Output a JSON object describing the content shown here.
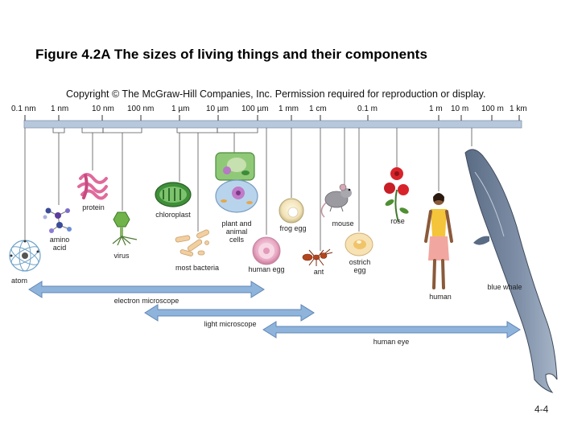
{
  "header": {
    "title": "Figure 4.2A The sizes of living things and their components",
    "copyright": "Copyright © The McGraw-Hill Companies, Inc. Permission required for reproduction or display."
  },
  "scale": {
    "ticks": [
      "0.1 nm",
      "1 nm",
      "10 nm",
      "100 nm",
      "1 µm",
      "10 µm",
      "100 µm",
      "1 mm",
      "1 cm",
      "0.1 m",
      "1 m",
      "10 m",
      "100 m",
      "1 km"
    ]
  },
  "organisms": {
    "atom": "atom",
    "amino_acid": "amino\nacid",
    "protein": "protein",
    "virus": "virus",
    "chloroplast": "chloroplast",
    "most_bacteria": "most bacteria",
    "plant_animal_cells": "plant and\nanimal\ncells",
    "human_egg": "human egg",
    "frog_egg": "frog egg",
    "ant": "ant",
    "mouse": "mouse",
    "ostrich_egg": "ostrich\negg",
    "rose": "rose",
    "human": "human",
    "blue_whale": "blue whale"
  },
  "ranges": {
    "electron_microscope": "electron microscope",
    "light_microscope": "light microscope",
    "human_eye": "human eye"
  },
  "footer": {
    "slide_number": "4-4"
  },
  "colors": {
    "scale_bar": "#b8c8dc",
    "arrow": "#8fb4dc",
    "connector": "#555555"
  }
}
